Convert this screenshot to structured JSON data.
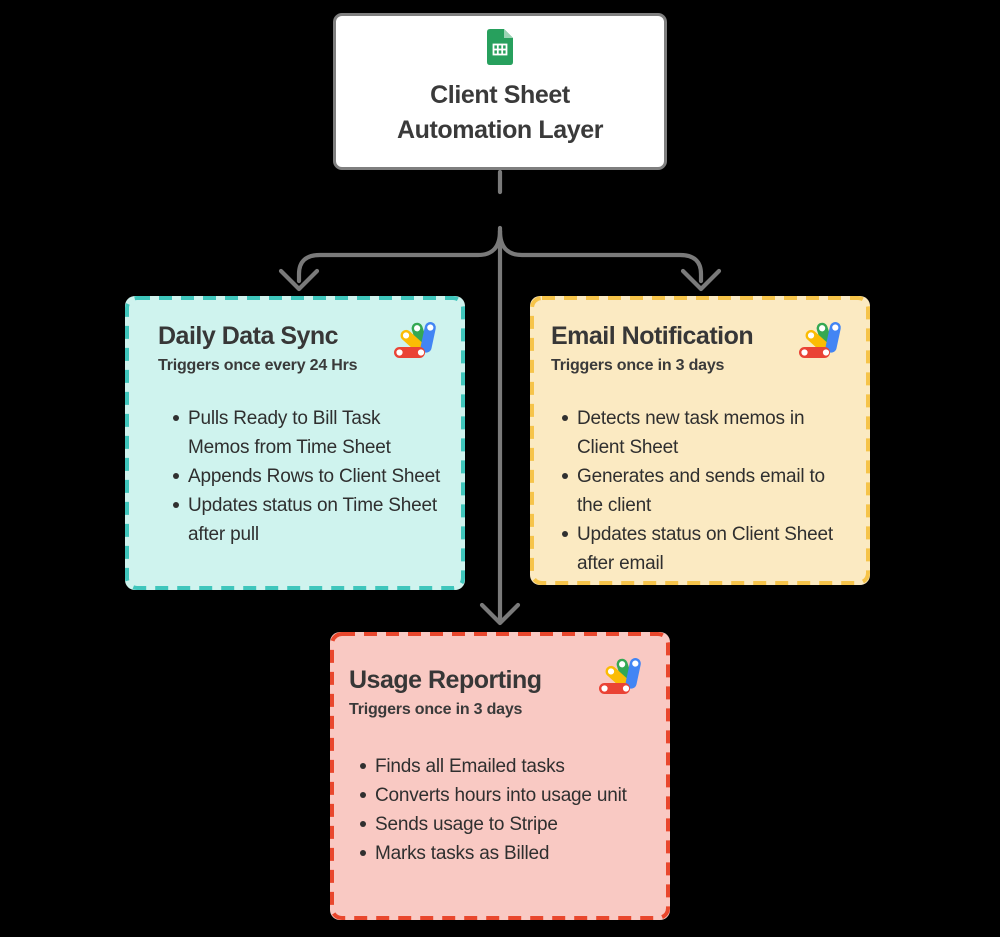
{
  "canvas": {
    "background_color": "#000000"
  },
  "root_node": {
    "title_line_1": "Client Sheet",
    "title_line_2": "Automation Layer",
    "icon": "google-sheets-icon"
  },
  "connectors": {
    "color": "#7A7A7A",
    "description": "one stub from root node forking into three arrows pointing at the three automation cards"
  },
  "nodes": [
    {
      "title": "Daily Data Sync",
      "subtitle": "Triggers once every 24 Hrs",
      "icon": "google-apps-script-icon",
      "border_color": "#3FC6BC",
      "background_color": "#CFF3EE",
      "bullets": [
        "Pulls Ready to Bill Task Memos from Time Sheet",
        "Appends Rows to Client Sheet",
        "Updates status on Time Sheet after pull"
      ]
    },
    {
      "title": "Email Notification",
      "subtitle": "Triggers once in 3 days",
      "icon": "google-apps-script-icon",
      "border_color": "#F6C44A",
      "background_color": "#FBEAC2",
      "bullets": [
        "Detects new task memos in Client Sheet",
        "Generates and sends email to the client",
        "Updates status on Client Sheet after email"
      ]
    },
    {
      "title": "Usage Reporting",
      "subtitle": "Triggers once in 3 days",
      "icon": "google-apps-script-icon",
      "border_color": "#E9472D",
      "background_color": "#F9C9C3",
      "bullets": [
        "Finds all Emailed tasks",
        "Converts hours into usage unit",
        "Sends usage to Stripe",
        "Marks tasks as Billed"
      ]
    }
  ],
  "icon_colors": {
    "sheets_green": "#27A05D",
    "sheets_fold_green": "#9BD4B4",
    "apps_script_red": "#EA4335",
    "apps_script_yellow": "#FBBC04",
    "apps_script_green": "#34A853",
    "apps_script_blue": "#4285F4"
  }
}
